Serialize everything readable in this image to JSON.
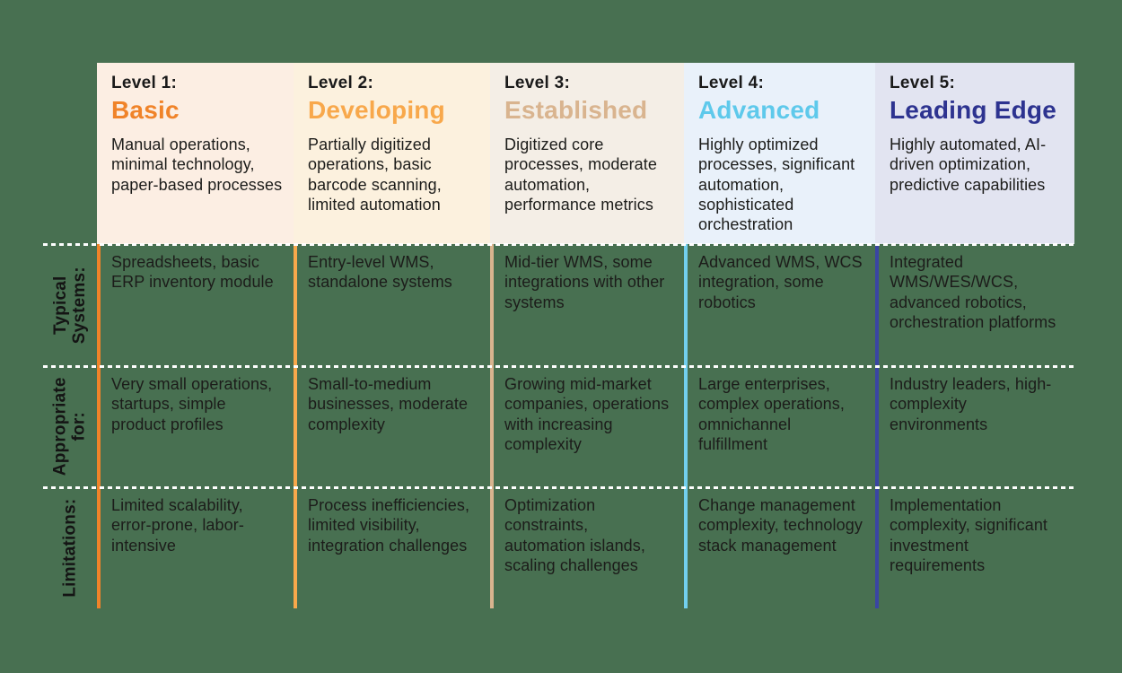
{
  "page": {
    "background_color": "#487051",
    "separator_color": "#FFFFFF"
  },
  "row_labels": [
    "Typical Systems:",
    "Appropriate for:",
    "Limitations:"
  ],
  "levels": [
    {
      "level_label": "Level 1:",
      "title": "Basic",
      "title_color": "#F08329",
      "accent_color": "#F08329",
      "header_bg": "#FCEEE3",
      "description": "Manual operations, minimal technology, paper-based processes",
      "typical_systems": "Spreadsheets, basic ERP inventory module",
      "appropriate_for": "Very small operations, startups, simple product profiles",
      "limitations": "Limited scalability, error-prone, labor-intensive"
    },
    {
      "level_label": "Level 2:",
      "title": "Developing",
      "title_color": "#F8A84B",
      "accent_color": "#F8A84B",
      "header_bg": "#FCF1DE",
      "description": "Partially digitized operations, basic barcode scanning, limited automation",
      "typical_systems": "Entry-level WMS, standalone systems",
      "appropriate_for": "Small-to-medium businesses, moderate complexity",
      "limitations": "Process inefficiencies, limited visibility, integration challenges"
    },
    {
      "level_label": "Level 3:",
      "title": "Established",
      "title_color": "#D9B48F",
      "accent_color": "#D9B48F",
      "header_bg": "#F4EEE6",
      "description": "Digitized core processes, moderate automation, performance metrics",
      "typical_systems": "Mid-tier WMS, some integrations with other systems",
      "appropriate_for": "Growing mid-market companies, operations with increasing complexity",
      "limitations": "Optimization constraints, automation islands, scaling challenges"
    },
    {
      "level_label": "Level 4:",
      "title": "Advanced",
      "title_color": "#5EC9EB",
      "accent_color": "#72CFEE",
      "header_bg": "#E9F1FA",
      "description": "Highly optimized processes, significant automation, sophisticated orchestration",
      "typical_systems": "Advanced WMS, WCS integration, some robotics",
      "appropriate_for": "Large enterprises, complex operations, omnichannel fulfillment",
      "limitations": "Change management complexity, technology stack management"
    },
    {
      "level_label": "Level 5:",
      "title": "Leading Edge",
      "title_color": "#2D3390",
      "accent_color": "#3A45A3",
      "header_bg": "#E2E4F1",
      "description": "Highly automated, AI-driven optimization, predictive capabilities",
      "typical_systems": "Integrated WMS/WES/WCS, advanced robotics, orchestration platforms",
      "appropriate_for": "Industry leaders, high-complexity environments",
      "limitations": "Implementation complexity, significant investment requirements"
    }
  ]
}
